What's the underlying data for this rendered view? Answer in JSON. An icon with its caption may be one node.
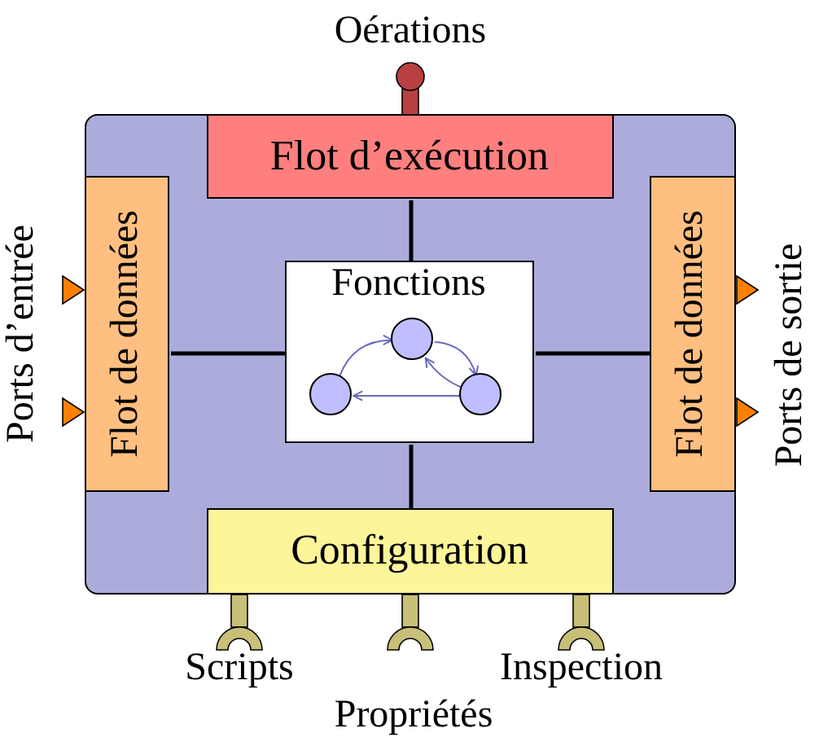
{
  "diagram": {
    "nodes": [
      {
        "text": [],
        "shape": "box"
      },
      {
        "text": [
          "Flot d’exécution"
        ],
        "in": 0
      },
      {
        "text": [
          "Flot de données"
        ],
        "in": 0
      },
      {
        "text": [
          "Fonctions"
        ],
        "in": 0
      },
      {
        "text": [],
        "shape": "circle",
        "in": 3
      },
      {
        "text": [],
        "shape": "circle",
        "in": 3
      },
      {
        "text": [],
        "shape": "circle",
        "in": 3
      },
      {
        "text": [
          "Flot de données"
        ],
        "in": 0
      },
      {
        "text": [
          "Configuration"
        ],
        "in": 0
      }
    ],
    "edges": [
      {
        "from": 5,
        "to": 4,
        "arrow": "to",
        "color": "#6a6ab8"
      },
      {
        "from": 4,
        "to": 6,
        "arrow": "to",
        "color": "#6a6ab8"
      },
      {
        "from": 6,
        "to": 4,
        "arrow": "to",
        "color": "#6a6ab8"
      },
      {
        "from": 6,
        "to": 5,
        "arrow": "to",
        "color": "#6a6ab8"
      },
      {
        "from": 3,
        "to": 1,
        "arrow": "none",
        "style": "thick",
        "color": "#000000"
      },
      {
        "from": 3,
        "to": 2,
        "arrow": "none",
        "style": "thick",
        "color": "#000000"
      },
      {
        "from": 3,
        "to": 7,
        "arrow": "none",
        "style": "thick",
        "color": "#000000"
      },
      {
        "from": 3,
        "to": 8,
        "arrow": "none",
        "style": "thick",
        "color": "#000000"
      }
    ],
    "labels": [
      "Oérations",
      "Ports d’entrée",
      "Ports de sortie",
      "Scripts",
      "Inspection",
      "Propriétés"
    ]
  }
}
